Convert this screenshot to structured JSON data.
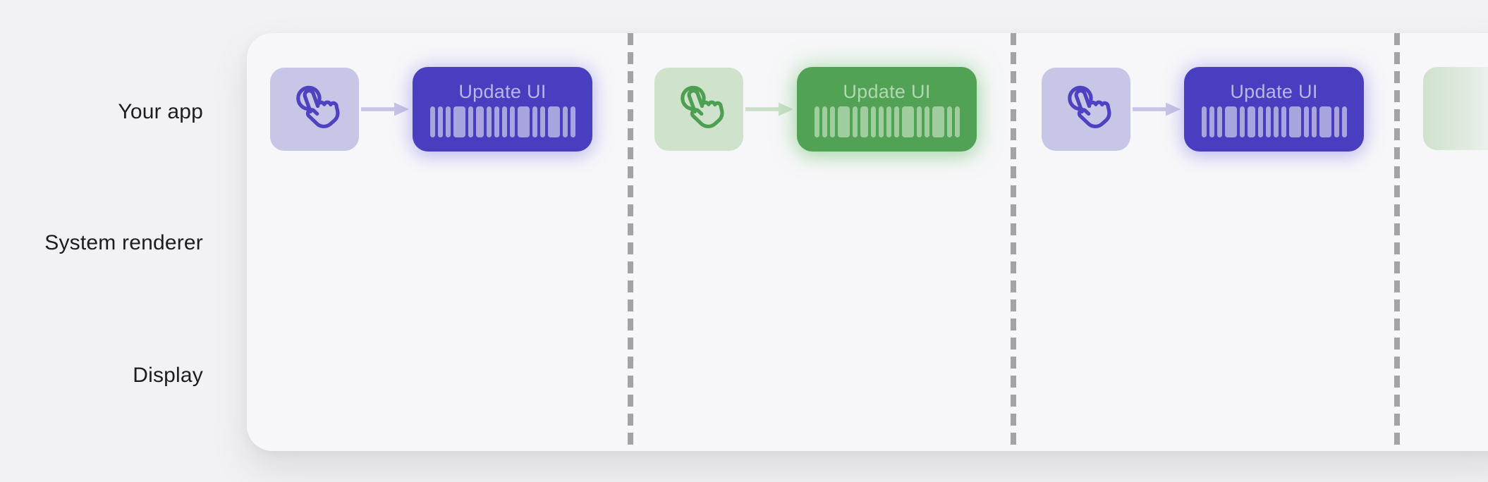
{
  "diagram": {
    "rows": [
      {
        "label": "Your app"
      },
      {
        "label": "System renderer"
      },
      {
        "label": "Display"
      }
    ],
    "frames": [
      {
        "name": "frame-1",
        "theme": "purple",
        "event": "tap",
        "box_label": "Update UI"
      },
      {
        "name": "frame-2",
        "theme": "green",
        "event": "tap",
        "box_label": "Update UI"
      },
      {
        "name": "frame-3",
        "theme": "purple",
        "event": "tap",
        "box_label": "Update UI"
      },
      {
        "name": "frame-4",
        "theme": "green",
        "event": "tap",
        "partial": true
      }
    ],
    "icons": {
      "tap": "tap-gesture-icon",
      "arrow": "arrow-right-icon"
    },
    "barcode_pattern": [
      "thin",
      "thin",
      "thin",
      "wide",
      "thin",
      "med",
      "thin",
      "thin",
      "thin",
      "thin",
      "wide",
      "thin",
      "thin",
      "wide",
      "thin",
      "thin"
    ]
  },
  "colors": {
    "page_bg": "#f2f2f4",
    "panel_bg": "#f7f7f9",
    "label_text": "#1d1d1f",
    "dash": "#a2a2a7",
    "purple_square": "#c8c6e6",
    "purple_icon": "#4e42c0",
    "purple_arrow": "#c6c4e5",
    "purple_box": "#4a3ec0",
    "purple_box_text": "#b9b6e8",
    "purple_bars": "#a7a4de",
    "green_square": "#cfe2cc",
    "green_icon": "#4d9f51",
    "green_arrow": "#cadfc7",
    "green_box": "#51a255",
    "green_box_text": "#b2d8b0",
    "green_bars": "#9fcd9e"
  }
}
